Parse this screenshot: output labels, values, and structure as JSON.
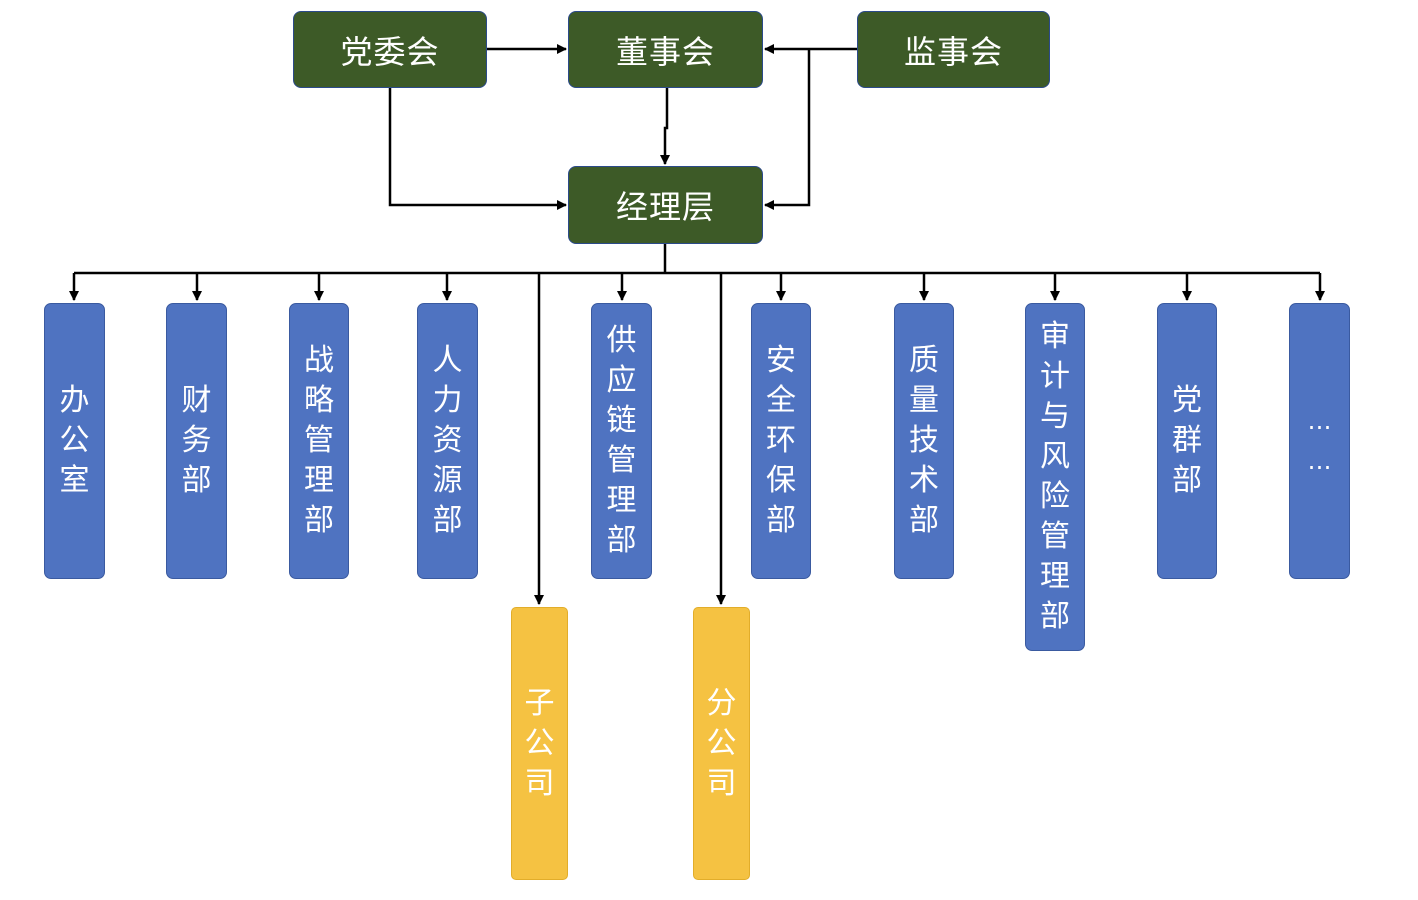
{
  "top_nodes": {
    "party_committee": "党委会",
    "board": "董事会",
    "supervisors": "监事会",
    "management": "经理层"
  },
  "departments": [
    "办\n公\n室",
    "财\n务\n部",
    "战\n略\n管\n理\n部",
    "人\n力\n资\n源\n部",
    "供\n应\n链\n管\n理\n部",
    "安\n全\n环\n保\n部",
    "质\n量\n技\n术\n部",
    "审\n计\n与\n风\n险\n管\n理\n部",
    "党\n群\n部",
    "…\n…"
  ],
  "companies": {
    "subsidiary": "子\n公\n司",
    "branch": "分\n公\n司"
  },
  "colors": {
    "top_fill": "#3d5a27",
    "dept_fill": "#4f73c1",
    "company_fill": "#f5c242"
  }
}
